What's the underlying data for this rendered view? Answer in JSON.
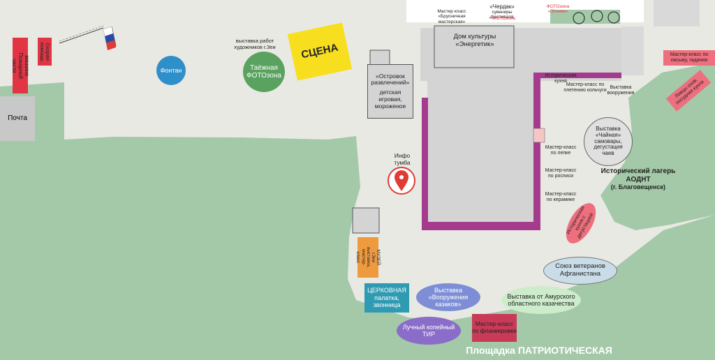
{
  "colors": {
    "grass": "#a4c9a8",
    "paved": "#e9e9e3",
    "building": "#d7d7d7",
    "inner_building": "#d2d2d2",
    "magenta": "#a53b8c",
    "red_label": "#e13546",
    "yellow_stage": "#f7df1f",
    "green_circle": "#5aa25f",
    "blue_circle": "#2f8fc9",
    "teal": "#2f9bb3",
    "purple_oval": "#8a6cc9",
    "lavender_oval": "#7d8ed6",
    "light_green_oval": "#cdeccb",
    "light_blue_oval": "#c9dce8",
    "pink": "#ee6f7e",
    "crimson": "#c83a58",
    "orange": "#ee9a3f",
    "marker_red": "#e23a34"
  },
  "labels": {
    "pochta": "Почта",
    "pozharnaya": "машина Пожарной части",
    "skoraya": "Скорая помощь",
    "fontan": "Фонтан",
    "exhibition_artists": "выставка работ художников г.Зеи",
    "taiga_photo": "Таёжная ФОТОзона",
    "stage": "СЦЕНА",
    "ostrovok": "«Островок развлечений»",
    "ostrovok_sub": "детская игровая, мороженое",
    "dk": "Дом культуры «Энергетик»",
    "mk_brusnichnaya": "Мастер класс «Брусничная мастерская»",
    "cherdak": "«Чердак»",
    "cherdak_sub": "сувениры фестиваля",
    "cherdak_photo": "+ ФОТОзона",
    "photo_etniki": "ФОТОзона «Этники»",
    "historical_kitchen": "Историческая кухня",
    "mk_weaving": "Мастер-класс по плетению кольчуги",
    "weapons_show": "Выставка вооружения",
    "mk_writing": "Мастер-класс по письму, гадания",
    "bow_catcher": "Ловцы снов, посудная кукла",
    "chainaya": "Выставка «Чайная» самовары, дегустация чаев",
    "mk_lepka": "Мастер-класс по лепке",
    "mk_rospis": "Мастер-класс по росписи",
    "mk_keramika": "Мастер-класс по керамике",
    "lager": "Исторический лагерь АОДНТ",
    "lager_city": "(г. Благовещенск)",
    "info": "Инфо тумба",
    "kitchen_tasting": "Историческая кухня с дегустацией",
    "museum": "МУЗЕЙ г.Зеи выставка, мастер-класс",
    "church": "ЦЕРКОВНАЯ палатка, звонница",
    "weapons_cossacks": "Выставка «Вооружения казаков»",
    "archery": "Лучный копейный ТИР",
    "mk_flank": "Мастер-класс по фланкеровке",
    "veterans": "Союз ветеранов Афганистана",
    "cossacks_exhibit": "Выставка от Амурского областного казачества",
    "ploshadka": "Площадка ПАТРИОТИЧЕСКАЯ"
  }
}
